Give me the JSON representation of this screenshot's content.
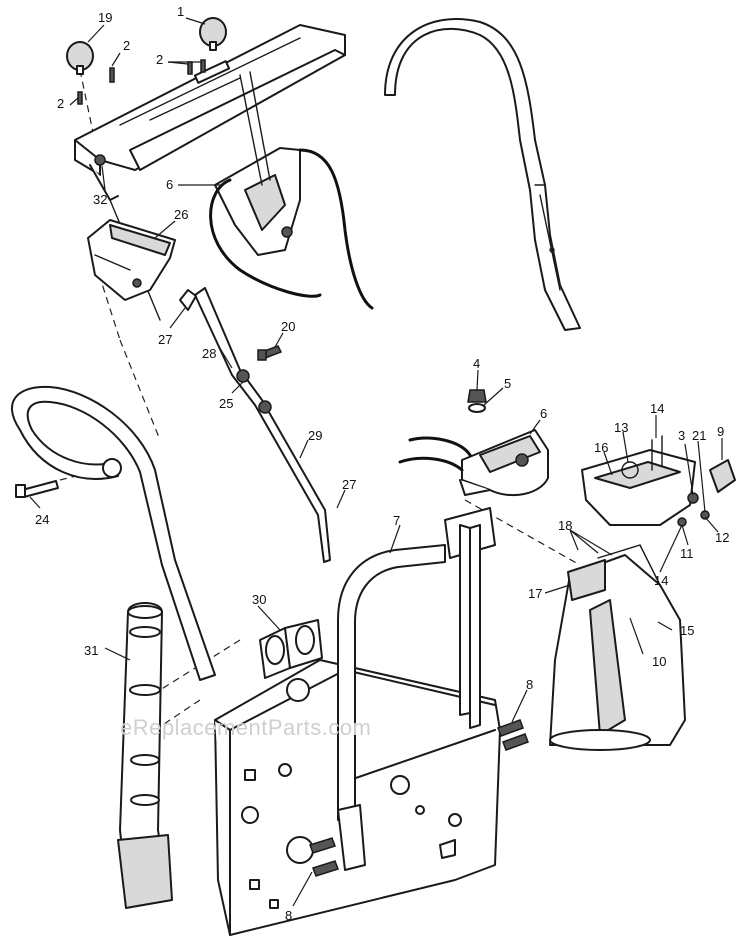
{
  "watermark": "eReplacementParts.com",
  "callouts": {
    "c19": "19",
    "c1": "1",
    "c2a": "2",
    "c2b": "2",
    "c2c": "2",
    "c32": "32",
    "c6a": "6",
    "c26": "26",
    "c27a": "27",
    "c28": "28",
    "c20": "20",
    "c25": "25",
    "c29": "29",
    "c27b": "27",
    "c24": "24",
    "c4": "4",
    "c5": "5",
    "c6b": "6",
    "c13": "13",
    "c14a": "14",
    "c3": "3",
    "c21": "21",
    "c9": "9",
    "c16": "16",
    "c12": "12",
    "c11": "11",
    "c18": "18",
    "c14b": "14",
    "c17": "17",
    "c15": "15",
    "c10": "10",
    "c7": "7",
    "c30": "30",
    "c31": "31",
    "c8a": "8",
    "c8b": "8"
  }
}
